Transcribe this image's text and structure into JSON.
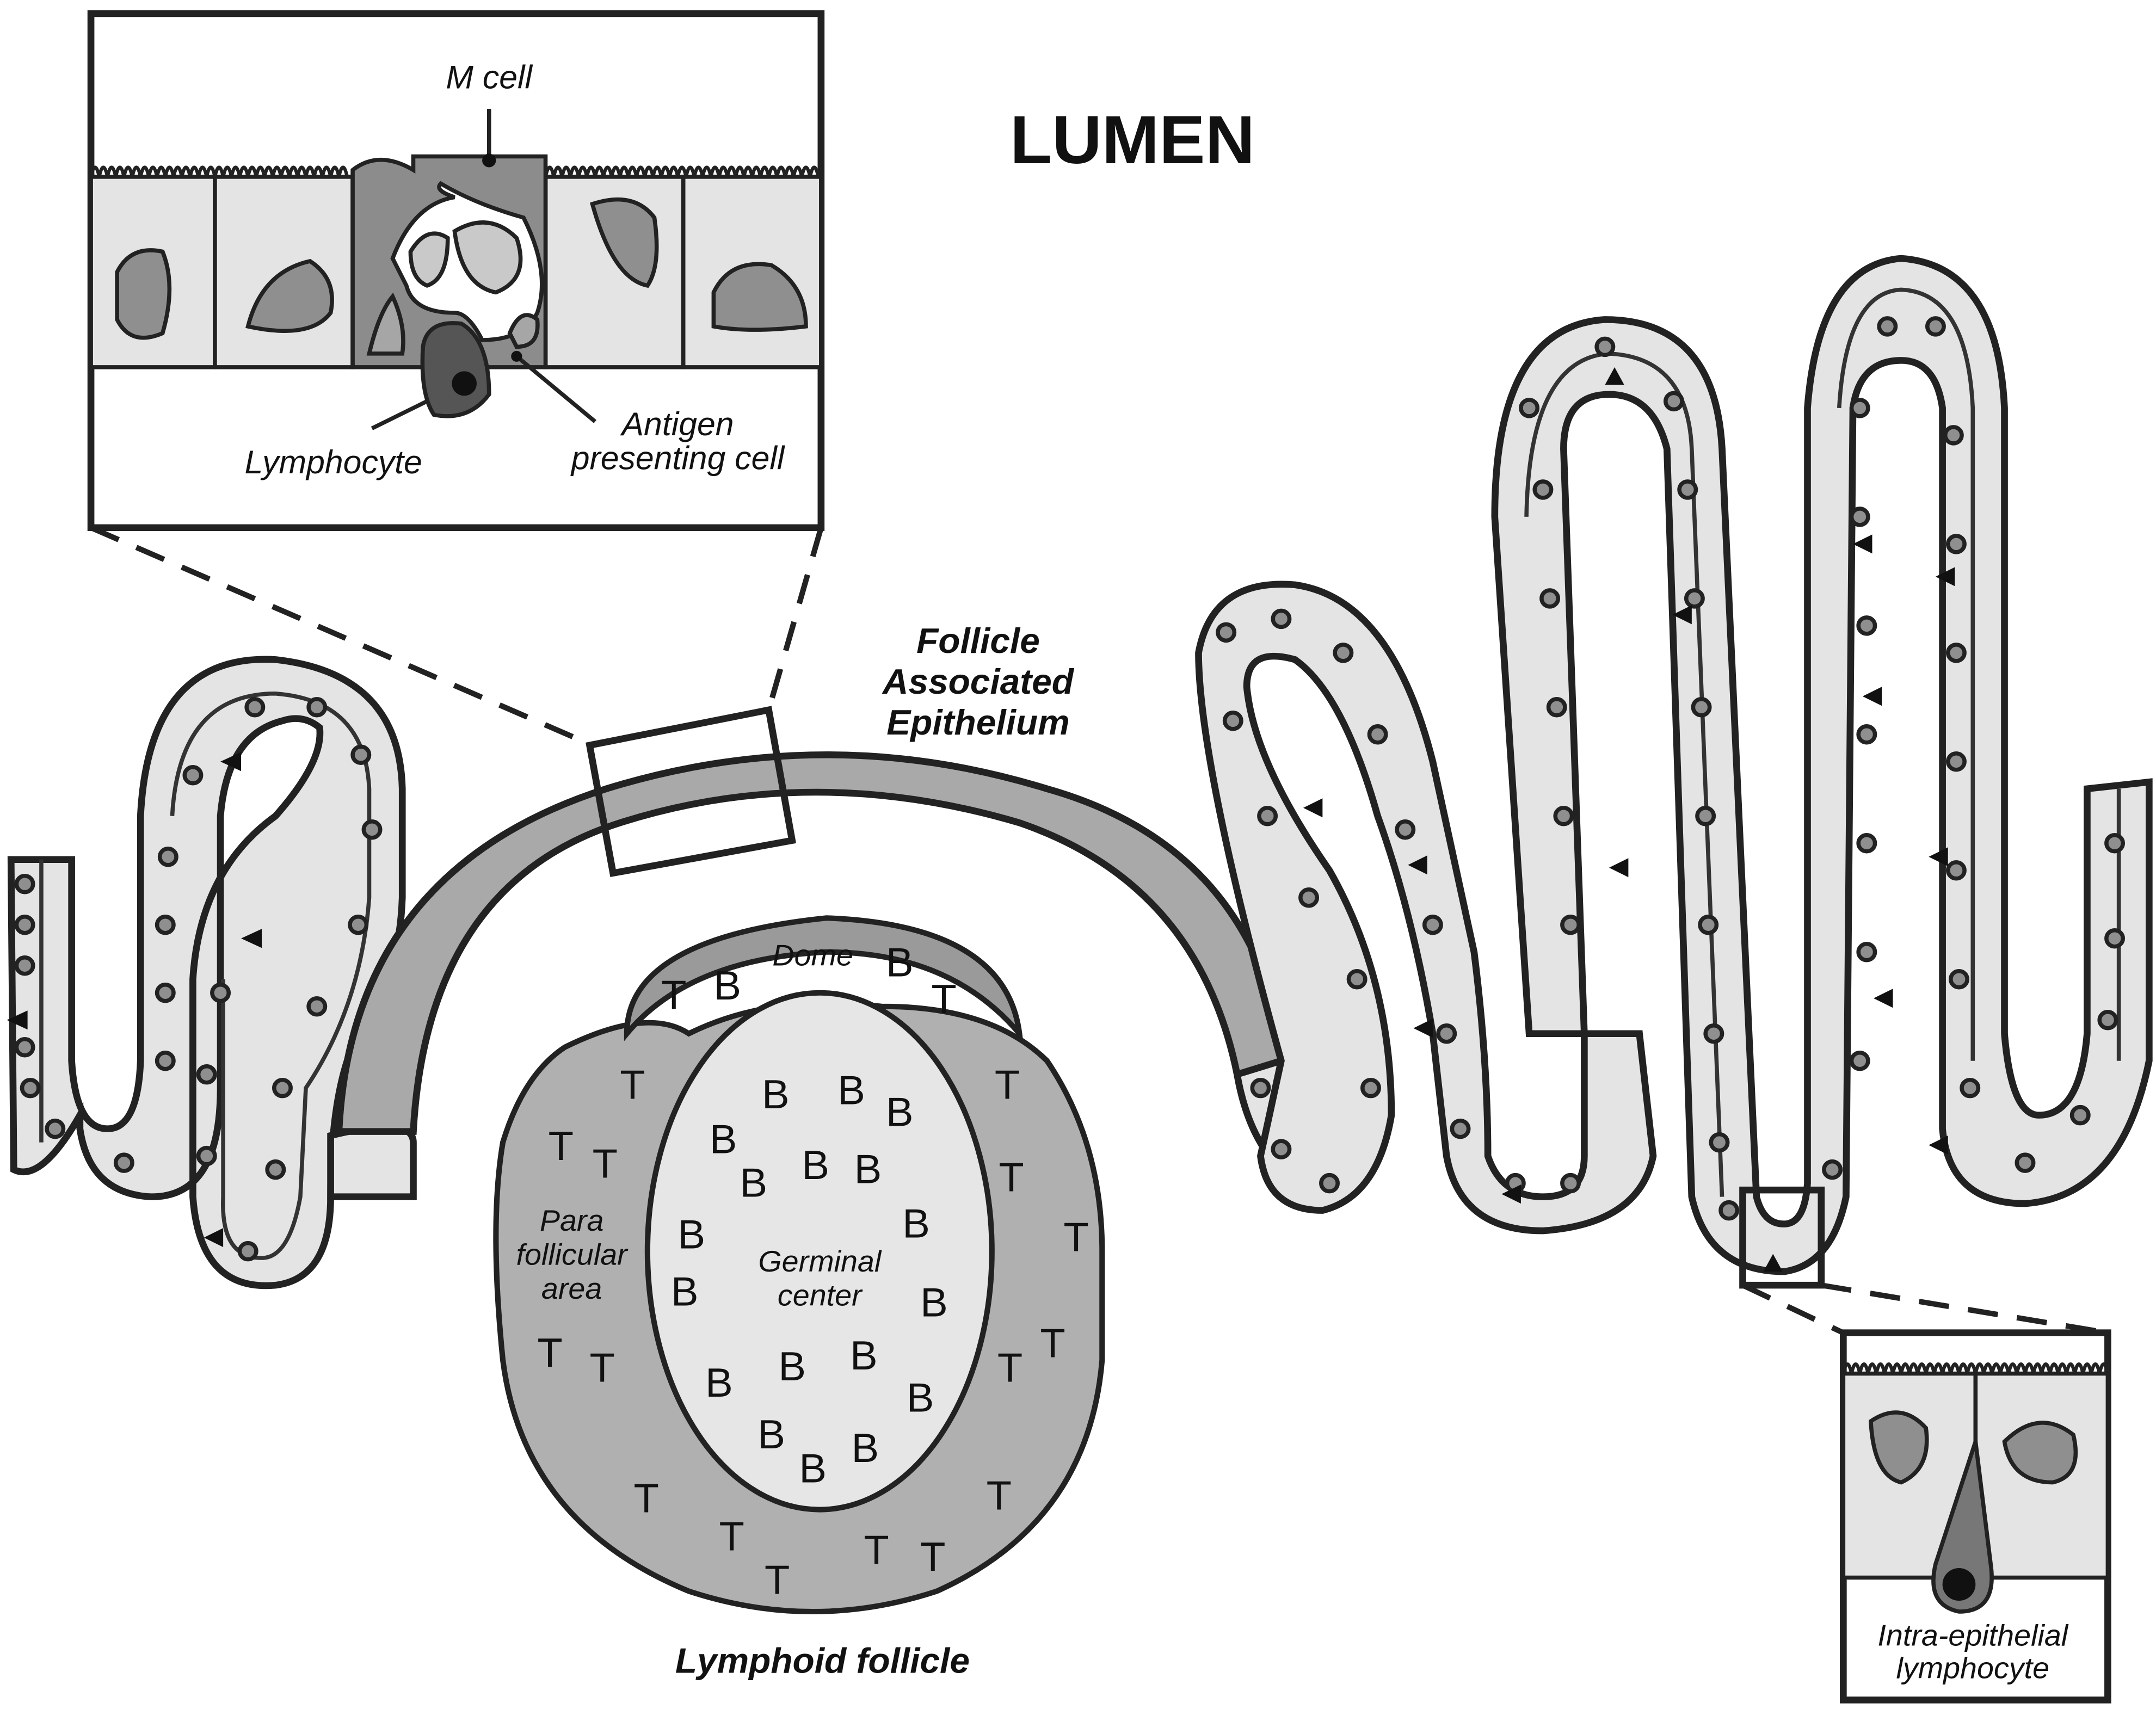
{
  "title": "LUMEN",
  "labels": {
    "m_cell": "M cell",
    "lymphocyte": "Lymphocyte",
    "antigen_line1": "Antigen",
    "antigen_line2": "presenting cell",
    "fae_line1": "Follicle",
    "fae_line2": "Associated",
    "fae_line3": "Epithelium",
    "dome": "Dome",
    "para_line1": "Para",
    "para_line2": "follicular",
    "para_line3": "area",
    "germinal_line1": "Germinal",
    "germinal_line2": "center",
    "lymphoid_follicle": "Lymphoid follicle",
    "iel_line1": "Intra-epithelial",
    "iel_line2": "lymphocyte"
  },
  "cell_letters": {
    "b": "B",
    "t": "T"
  },
  "colors": {
    "epithelium": "#e4e4e4",
    "follicle_associated_epithelium": "#a9a9a9",
    "dome": "#9a9a9a",
    "parafollicular": "#b0b0b0",
    "germinal_center": "#e6e6e6",
    "m_cell": "#8c8c8c",
    "lymphocyte": "#555555"
  }
}
